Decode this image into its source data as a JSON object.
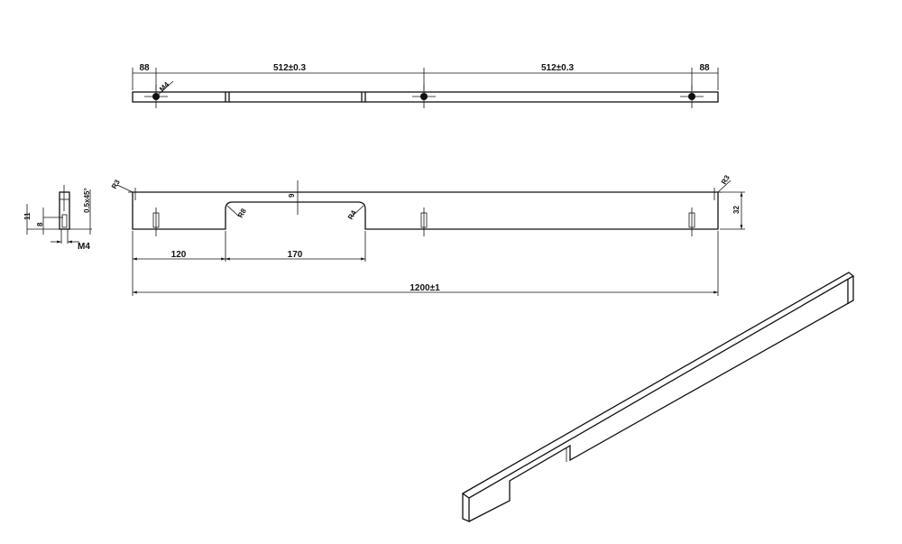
{
  "top_view": {
    "dim_end_left": "88",
    "dim_span_1": "512±0.3",
    "dim_span_2": "512±0.3",
    "dim_end_right": "88",
    "thread": "M4"
  },
  "front_view": {
    "radius_left": "R3",
    "radius_right": "R3",
    "radius_notch_left": "R8",
    "radius_notch_right": "R4",
    "notch_depth": "9",
    "height": "32",
    "dim_offset": "120",
    "dim_notch": "170",
    "dim_total": "1200±1"
  },
  "side_view": {
    "dim_11": "11",
    "dim_8": "8",
    "chamfer": "0.5x45°",
    "thread": "M4"
  },
  "colors": {
    "line": "#111111",
    "background": "#ffffff"
  }
}
